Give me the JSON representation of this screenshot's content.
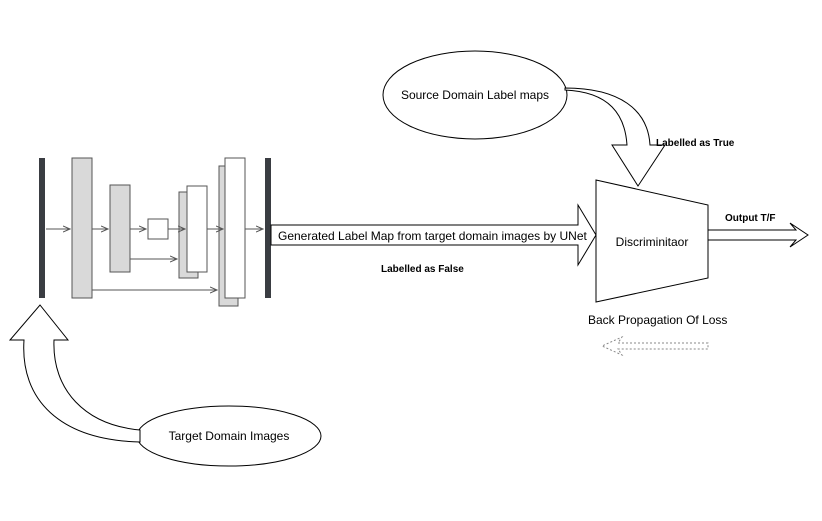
{
  "diagram": {
    "source_ellipse_label": "Source Domain Label maps",
    "target_ellipse_label": "Target Domain Images",
    "labelled_true": "Labelled as True",
    "generated_label_map": "Generated Label Map from target domain images by UNet",
    "labelled_false": "Labelled as False",
    "discriminator_label": "Discriminitaor",
    "output_label": "Output T/F",
    "back_propagation_label": "Back Propagation Of Loss",
    "colors": {
      "stroke": "#000000",
      "block_fill": "#d9d9d9",
      "bar_fill": "#3a3d42",
      "connector": "#555555",
      "dashed_arrow": "#888888"
    }
  }
}
